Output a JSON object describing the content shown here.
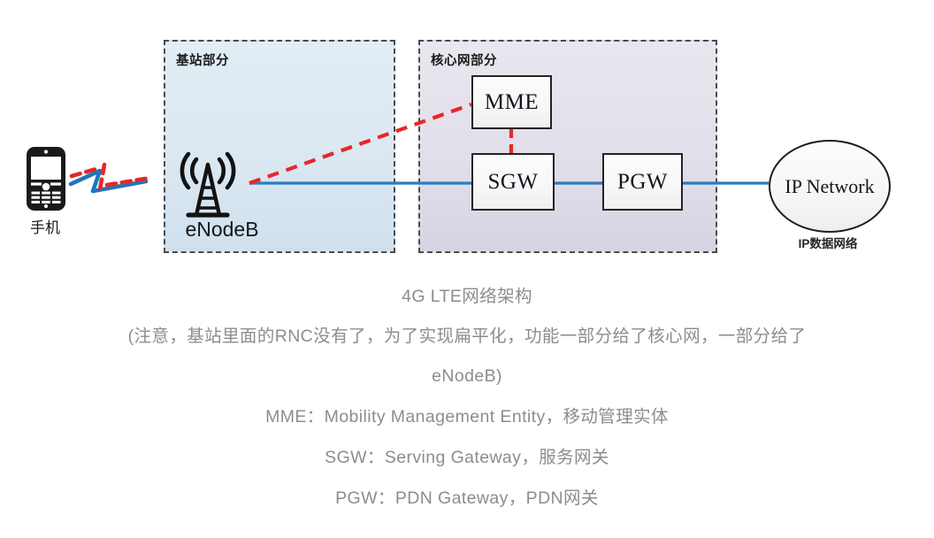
{
  "diagram": {
    "groups": [
      {
        "id": "base-station",
        "title": "基站部分",
        "fill": "#dbe8f2",
        "border": "#4a4a4a"
      },
      {
        "id": "core-network",
        "title": "核心网部分",
        "fill": "#e2dfea",
        "border": "#4a4a4a"
      }
    ],
    "nodes": [
      {
        "id": "phone",
        "icon": "mobile-phone-icon",
        "label": "手机"
      },
      {
        "id": "enodeb",
        "icon": "cell-tower-icon",
        "label": "eNodeB"
      },
      {
        "id": "mme",
        "label": "MME"
      },
      {
        "id": "sgw",
        "label": "SGW"
      },
      {
        "id": "pgw",
        "label": "PGW"
      },
      {
        "id": "ip-network",
        "label": "IP Network",
        "caption": "IP数据网络"
      }
    ],
    "links": [
      {
        "from": "phone",
        "to": "enodeb",
        "style": "wireless-zigzag",
        "colors": [
          "#1f76bd",
          "#e8262a"
        ]
      },
      {
        "from": "enodeb",
        "to": "mme",
        "style": "dashed",
        "color": "#e8262a"
      },
      {
        "from": "mme",
        "to": "sgw",
        "style": "dashed",
        "color": "#e8262a"
      },
      {
        "from": "enodeb",
        "to": "sgw",
        "style": "solid",
        "color": "#2b7cc0"
      },
      {
        "from": "sgw",
        "to": "pgw",
        "style": "solid",
        "color": "#2b7cc0"
      },
      {
        "from": "pgw",
        "to": "ip-network",
        "style": "solid",
        "color": "#2b7cc0"
      }
    ],
    "colors": {
      "signal_blue": "#2b7cc0",
      "signal_red": "#e8262a",
      "box_stroke": "#232323",
      "group_stroke": "#4a4a4a",
      "caption_text": "#8a8d91"
    }
  },
  "captions": {
    "title": "4G LTE网络架构",
    "note": "（注意，基站里面的RNC没有了，为了实现扁平化，功能一部分给了核心网，一部分给了eNodeB）",
    "note_line1": "(注意，基站里面的RNC没有了，为了实现扁平化，功能一部分给了核心网，一部分给了",
    "note_line2": "eNodeB)",
    "definitions": [
      "MME：Mobility Management Entity，移动管理实体",
      "SGW：Serving Gateway，服务网关",
      "PGW：PDN Gateway，PDN网关"
    ]
  }
}
